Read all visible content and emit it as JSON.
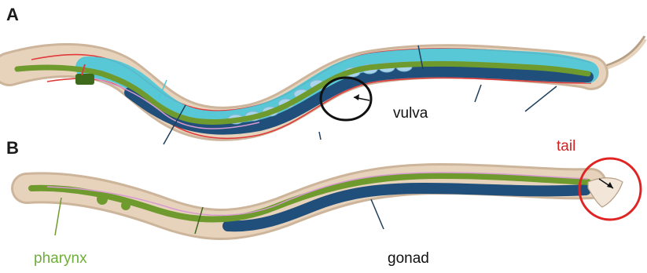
{
  "panels": {
    "a": {
      "letter": "A"
    },
    "b": {
      "letter": "B"
    }
  },
  "labels": {
    "vulva": "vulva",
    "tail": "tail",
    "pharynx": "pharynx",
    "gonad": "gonad"
  },
  "colors": {
    "cuticle": "#e7d3bc",
    "cuticle_edge": "#b79f86",
    "intestine": "#6f9a2e",
    "intestine_dark": "#3e6a1c",
    "muscle_band": "#49c6d8",
    "gonad_band": "#1f4f7a",
    "nerve_line": "#e03a3a",
    "pink_line": "#d79ad0",
    "egg": "#a9d4ea",
    "vulva_circle": "#111111",
    "tail_circle": "#e02424",
    "pharynx_text": "#6fae3a",
    "tail_text": "#d42020",
    "label_text": "#111111"
  }
}
